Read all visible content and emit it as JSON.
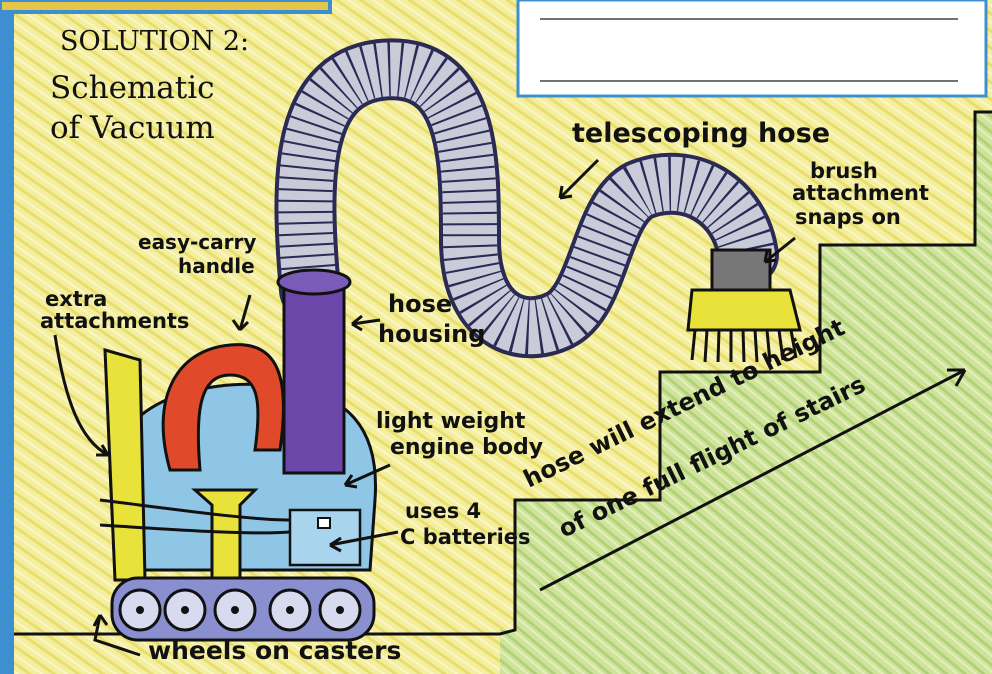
{
  "title": {
    "line1": "SOLUTION 2:",
    "line2": "Schematic",
    "line3": "of Vacuum"
  },
  "labels": {
    "telescoping_hose": "telescoping hose",
    "brush_line1": "brush",
    "brush_line2": "attachment",
    "brush_line3": "snaps on",
    "easy_carry_line1": "easy-carry",
    "easy_carry_line2": "handle",
    "extra_line1": "extra",
    "extra_line2": "attachments",
    "hose_housing_line1": "hose",
    "hose_housing_line2": "housing",
    "light_weight_line1": "light weight",
    "light_weight_line2": "engine body",
    "batteries_line1": "uses 4",
    "batteries_line2": "C batteries",
    "wheels": "wheels on casters",
    "stairs_line1": "hose will extend to height",
    "stairs_line2": "of one full flight of stairs"
  },
  "colors": {
    "background_yellow": "#f2ec9a",
    "grass_green": "#c6df8a",
    "border_blue": "#3d8fd0",
    "body_blue": "#8fc6e6",
    "handle_red": "#e04a2a",
    "housing_purple": "#6a47a8",
    "attachment_yellow": "#e8e23a",
    "wheel_purple": "#8a8fd0",
    "hose_gray": "#c9ccd8"
  }
}
